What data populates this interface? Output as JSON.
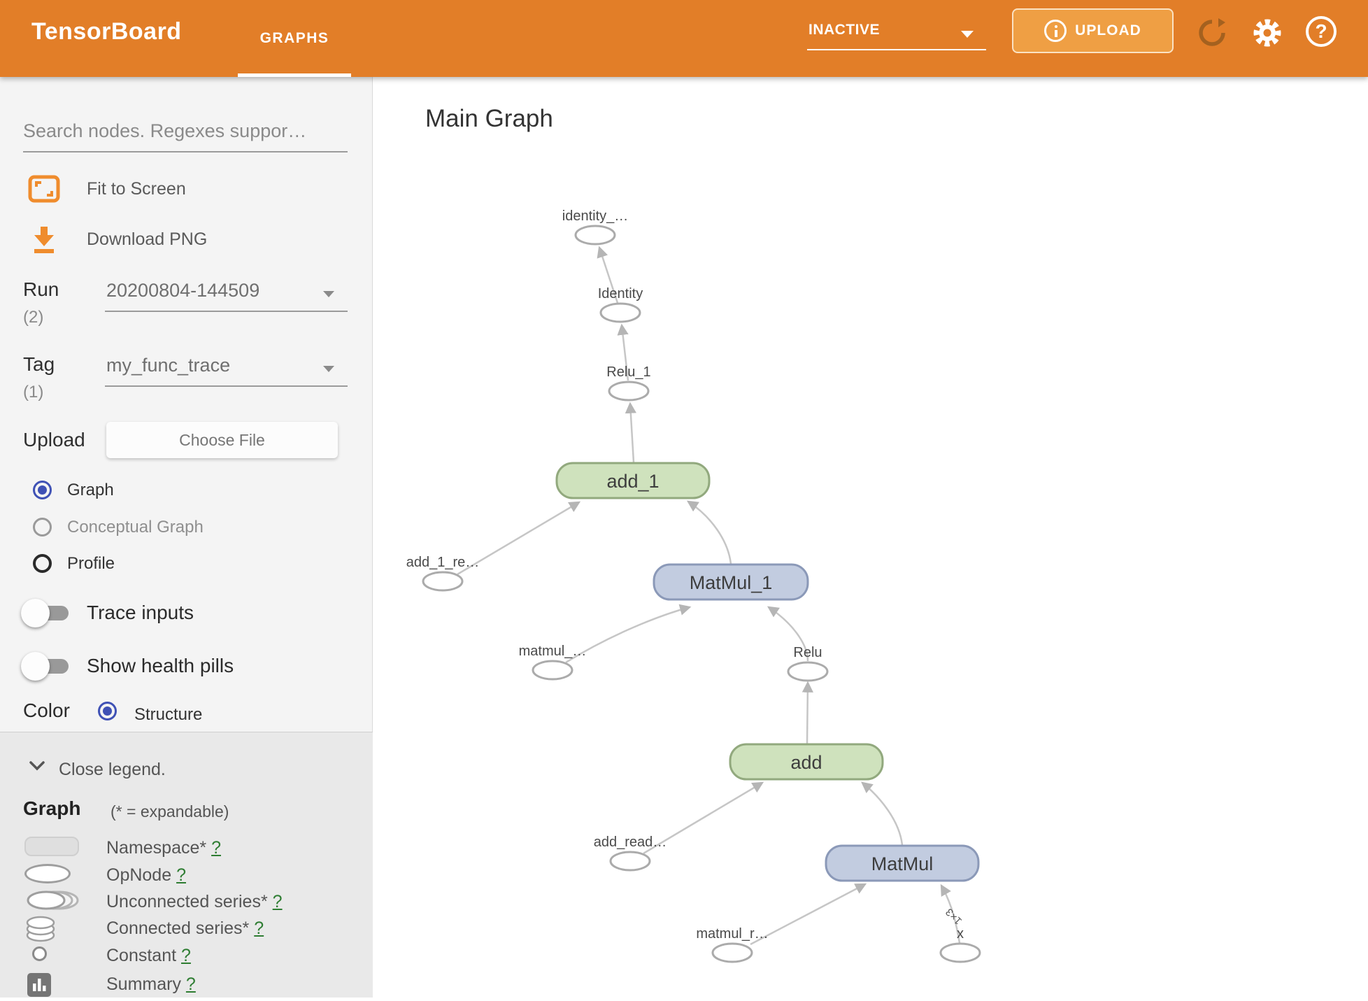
{
  "colors": {
    "header_bg": "#e27e28",
    "upload_button_bg": "#ef9f44",
    "accent_orange_icons": "#ef8c2d",
    "refresh_icon_muted": "#a4611f",
    "radio_selected_blue": "#3f51b5",
    "op_node_green": "#cfe2bd",
    "op_node_blue": "#c2cce0",
    "help_link_green": "#2e7d32"
  },
  "header": {
    "logo": "TensorBoard",
    "tab": "GRAPHS",
    "env_dropdown_value": "INACTIVE",
    "upload_label": "UPLOAD",
    "help_glyph": "?"
  },
  "sidebar": {
    "search_placeholder": "Search nodes. Regexes suppor…",
    "fit_to_screen_label": "Fit to Screen",
    "download_png_label": "Download PNG",
    "run": {
      "label": "Run",
      "count": "(2)",
      "value": "20200804-144509"
    },
    "tag": {
      "label": "Tag",
      "count": "(1)",
      "value": "my_func_trace"
    },
    "upload": {
      "label": "Upload",
      "button_label": "Choose File"
    },
    "graph_type_options": [
      {
        "label": "Graph",
        "selected": true
      },
      {
        "label": "Conceptual Graph",
        "selected": false
      },
      {
        "label": "Profile",
        "selected": false
      }
    ],
    "toggles": [
      {
        "label": "Trace inputs",
        "on": false
      },
      {
        "label": "Show health pills",
        "on": false
      }
    ],
    "color_by": {
      "label": "Color",
      "option": "Structure",
      "selected": true
    }
  },
  "legend": {
    "close_label": "Close legend.",
    "heading": "Graph",
    "expandable_note": "(* = expandable)",
    "items": [
      {
        "label": "Namespace*",
        "help": "?",
        "icon": "namespace-icon"
      },
      {
        "label": "OpNode",
        "help": "?",
        "icon": "opnode-icon"
      },
      {
        "label": "Unconnected series*",
        "help": "?",
        "icon": "unconnected-series-icon"
      },
      {
        "label": "Connected series*",
        "help": "?",
        "icon": "connected-series-icon"
      },
      {
        "label": "Constant",
        "help": "?",
        "icon": "constant-icon"
      },
      {
        "label": "Summary",
        "help": "?",
        "icon": "summary-icon"
      }
    ]
  },
  "main": {
    "title": "Main Graph"
  },
  "graph": {
    "edge_shape_label": "1×3",
    "nodes": [
      {
        "label": "identity_…",
        "type": "opnode"
      },
      {
        "label": "Identity",
        "type": "opnode"
      },
      {
        "label": "Relu_1",
        "type": "opnode"
      },
      {
        "label": "add_1",
        "type": "op-group-green"
      },
      {
        "label": "add_1_re…",
        "type": "opnode"
      },
      {
        "label": "MatMul_1",
        "type": "op-group-blue"
      },
      {
        "label": "matmul_…",
        "type": "opnode"
      },
      {
        "label": "Relu",
        "type": "opnode"
      },
      {
        "label": "add",
        "type": "op-group-green"
      },
      {
        "label": "add_read…",
        "type": "opnode"
      },
      {
        "label": "MatMul",
        "type": "op-group-blue"
      },
      {
        "label": "matmul_r…",
        "type": "opnode"
      },
      {
        "label": "x",
        "type": "opnode"
      }
    ],
    "edges": [
      {
        "from": "Identity",
        "to": "identity_…"
      },
      {
        "from": "Relu_1",
        "to": "Identity"
      },
      {
        "from": "add_1",
        "to": "Relu_1"
      },
      {
        "from": "add_1_re…",
        "to": "add_1"
      },
      {
        "from": "MatMul_1",
        "to": "add_1"
      },
      {
        "from": "matmul_…",
        "to": "MatMul_1"
      },
      {
        "from": "Relu",
        "to": "MatMul_1"
      },
      {
        "from": "add",
        "to": "Relu"
      },
      {
        "from": "add_read…",
        "to": "add"
      },
      {
        "from": "MatMul",
        "to": "add"
      },
      {
        "from": "matmul_r…",
        "to": "MatMul"
      },
      {
        "from": "x",
        "to": "MatMul",
        "shape": "1×3"
      }
    ]
  }
}
